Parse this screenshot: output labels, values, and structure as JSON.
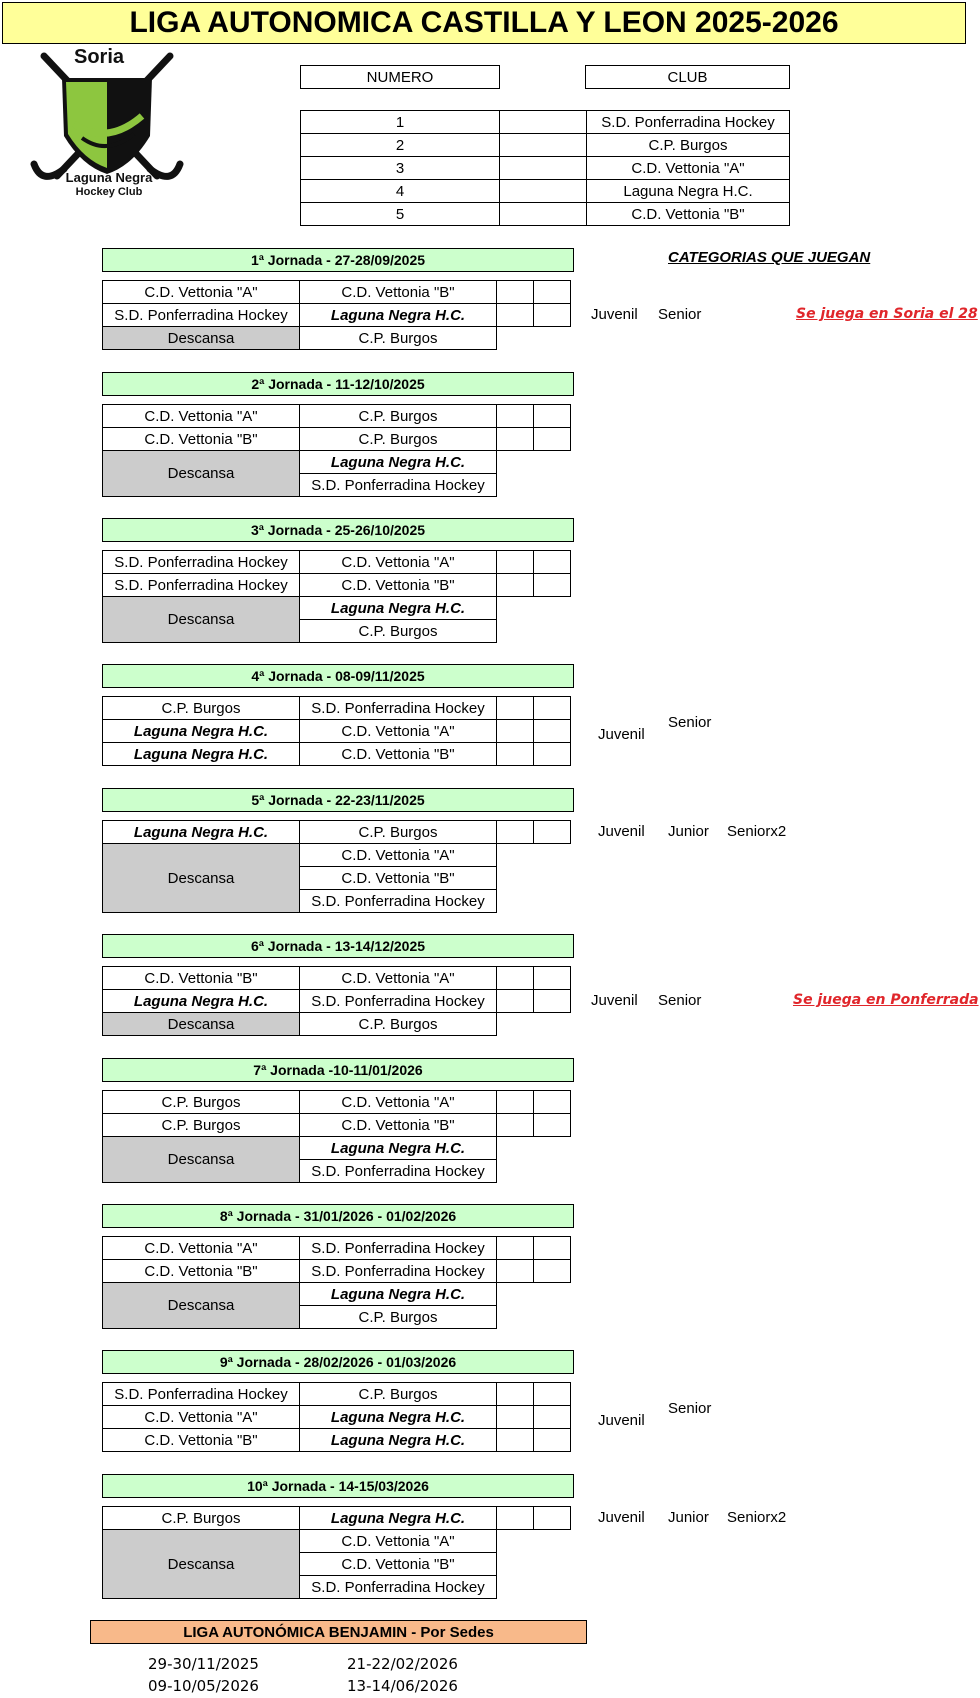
{
  "title": "LIGA AUTONOMICA CASTILLA Y LEON 2025-2026",
  "logo": {
    "top_text": "Soria",
    "bottom_text_1": "Laguna Negra",
    "bottom_text_2": "Hockey Club"
  },
  "clubs_table": {
    "header_number": "NUMERO",
    "header_club": "CLUB",
    "rows": [
      {
        "num": "1",
        "club": "S.D. Ponferradina Hockey"
      },
      {
        "num": "2",
        "club": "C.P. Burgos"
      },
      {
        "num": "3",
        "club": "C.D. Vettonia \"A\""
      },
      {
        "num": "4",
        "club": "Laguna Negra H.C."
      },
      {
        "num": "5",
        "club": "C.D. Vettonia \"B\""
      }
    ]
  },
  "categories_title": "CATEGORIAS QUE JUEGAN",
  "rest_label": "Descansa",
  "jornadas": [
    {
      "title": "1ª Jornada - 27-28/09/2025",
      "matches": [
        [
          "C.D. Vettonia \"A\"",
          "C.D. Vettonia \"B\""
        ],
        [
          "S.D. Ponferradina Hockey",
          "Laguna Negra H.C."
        ]
      ],
      "rest": [
        "C.P. Burgos"
      ],
      "cats": [
        "Juvenil",
        "Senior"
      ],
      "note": "Se juega en Soria el 28"
    },
    {
      "title": "2ª Jornada - 11-12/10/2025",
      "matches": [
        [
          "C.D. Vettonia \"A\"",
          "C.P. Burgos"
        ],
        [
          "C.D. Vettonia \"B\"",
          "C.P. Burgos"
        ]
      ],
      "rest": [
        "Laguna Negra H.C.",
        "S.D. Ponferradina Hockey"
      ]
    },
    {
      "title": "3ª Jornada - 25-26/10/2025",
      "matches": [
        [
          "S.D. Ponferradina Hockey",
          "C.D. Vettonia \"A\""
        ],
        [
          "S.D. Ponferradina Hockey",
          "C.D. Vettonia \"B\""
        ]
      ],
      "rest": [
        "Laguna Negra H.C.",
        "C.P. Burgos"
      ]
    },
    {
      "title": "4ª Jornada - 08-09/11/2025",
      "matches": [
        [
          "C.P. Burgos",
          "S.D. Ponferradina Hockey"
        ],
        [
          "Laguna Negra H.C.",
          "C.D. Vettonia \"A\""
        ],
        [
          "Laguna Negra H.C.",
          "C.D. Vettonia \"B\""
        ]
      ],
      "rest": [],
      "cats": [
        "Juvenil",
        "Senior"
      ]
    },
    {
      "title": "5ª Jornada - 22-23/11/2025",
      "matches": [
        [
          "Laguna Negra H.C.",
          "C.P. Burgos"
        ]
      ],
      "rest": [
        "C.D. Vettonia \"A\"",
        "C.D. Vettonia \"B\"",
        "S.D. Ponferradina Hockey"
      ],
      "cats": [
        "Juvenil",
        "Junior",
        "Seniorx2"
      ]
    },
    {
      "title": "6ª Jornada - 13-14/12/2025",
      "matches": [
        [
          "C.D. Vettonia \"B\"",
          "C.D. Vettonia \"A\""
        ],
        [
          "Laguna Negra H.C.",
          "S.D. Ponferradina Hockey"
        ]
      ],
      "rest": [
        "C.P. Burgos"
      ],
      "cats": [
        "Juvenil",
        "Senior"
      ],
      "note": "Se juega en Ponferrada"
    },
    {
      "title": "7ª Jornada -10-11/01/2026",
      "matches": [
        [
          "C.P. Burgos",
          "C.D. Vettonia \"A\""
        ],
        [
          "C.P. Burgos",
          "C.D. Vettonia \"B\""
        ]
      ],
      "rest": [
        "Laguna Negra H.C.",
        "S.D. Ponferradina Hockey"
      ]
    },
    {
      "title": "8ª Jornada - 31/01/2026 - 01/02/2026",
      "matches": [
        [
          "C.D. Vettonia \"A\"",
          "S.D. Ponferradina Hockey"
        ],
        [
          "C.D. Vettonia \"B\"",
          "S.D. Ponferradina Hockey"
        ]
      ],
      "rest": [
        "Laguna Negra H.C.",
        "C.P. Burgos"
      ]
    },
    {
      "title": "9ª Jornada - 28/02/2026 - 01/03/2026",
      "matches": [
        [
          "S.D. Ponferradina Hockey",
          "C.P. Burgos"
        ],
        [
          "C.D. Vettonia \"A\"",
          "Laguna Negra H.C."
        ],
        [
          "C.D. Vettonia \"B\"",
          "Laguna Negra H.C."
        ]
      ],
      "rest": [],
      "cats": [
        "Juvenil",
        "Senior"
      ]
    },
    {
      "title": "10ª Jornada - 14-15/03/2026",
      "matches": [
        [
          "C.P. Burgos",
          "Laguna Negra H.C."
        ]
      ],
      "rest": [
        "C.D. Vettonia \"A\"",
        "C.D. Vettonia \"B\"",
        "S.D. Ponferradina Hockey"
      ],
      "cats": [
        "Juvenil",
        "Junior",
        "Seniorx2"
      ]
    }
  ],
  "benjamin": {
    "title": "LIGA AUTONÓMICA BENJAMIN - Por Sedes",
    "dates": [
      "29-30/11/2025",
      "21-22/02/2026",
      "09-10/05/2026",
      "13-14/06/2026"
    ]
  }
}
